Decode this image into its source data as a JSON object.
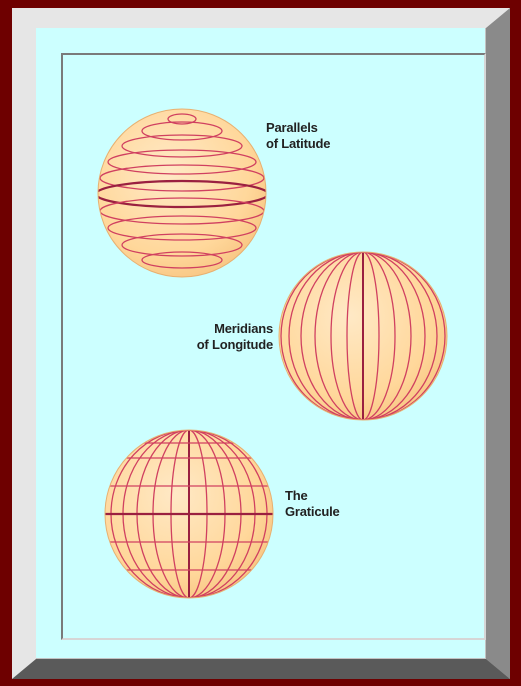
{
  "diagram": {
    "globes": [
      {
        "id": "parallels",
        "label_lines": [
          "Parallels",
          "of Latitude"
        ]
      },
      {
        "id": "meridians",
        "label_lines": [
          "Meridians",
          "of Longitude"
        ]
      },
      {
        "id": "graticule",
        "label_lines": [
          "The",
          "Graticule"
        ]
      }
    ]
  },
  "colors": {
    "outer_background": "#6e0000",
    "frame": "#c2c2c2",
    "panel": "#ccffff",
    "globe_fill": "#ffdca0",
    "grid_line": "#d04060",
    "equator_line": "#9a2040"
  }
}
